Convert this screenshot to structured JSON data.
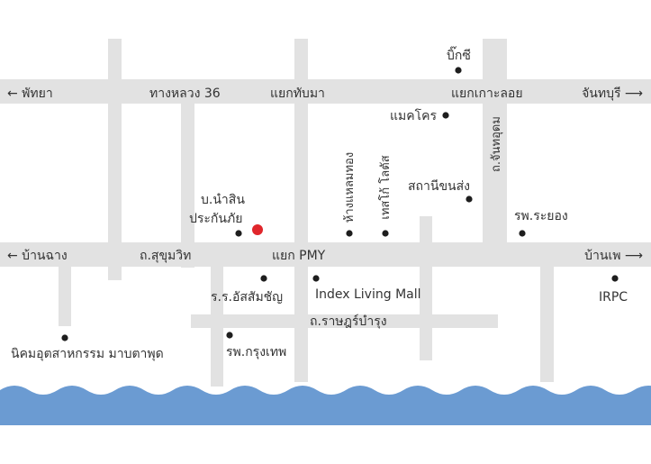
{
  "colors": {
    "road": "#e2e2e2",
    "sea": "#6b9bd2",
    "text": "#333333",
    "dot": "#1e1e1e",
    "highlight": "#e0262b"
  },
  "roads": {
    "upper_west": "← พัทยา",
    "upper_36": "ทางหลวง 36",
    "upper_junction_thapma": "แยกทับมา",
    "upper_junction_kokaloi": "แยกเกาะลอย",
    "upper_east": "จันทบุรี ⟶",
    "lower_west": "← บ้านฉาง",
    "lower_sukhumvit": "ถ.สุขุมวิท",
    "lower_junction_pmy": "แยก PMY",
    "lower_east": "บ้านเพ ⟶",
    "ratsadon": "ถ.ราษฎร์บำรุง",
    "chanudom": "ถ.จันทอุดม"
  },
  "places": {
    "big_c": "บิ๊กซี",
    "makro": "แมคโคร",
    "bus_station": "สถานีขนส่ง",
    "rayong_hospital": "รพ.ระยอง",
    "ham_laem_thong": "ห้างแหลมทอง",
    "tesco": "เทสโก้ โลตัส",
    "insurer_line1": "บ.นำสิน",
    "insurer_line2": "ประกันภัย",
    "school": "ร.ร.อัสสัมชัญ",
    "index_mall": "Index Living Mall",
    "bangkok_hospital": "รพ.กรุงเทพ",
    "irpc": "IRPC",
    "industrial_estate": "นิคมอุตสาหกรรม มาบตาพุด"
  }
}
